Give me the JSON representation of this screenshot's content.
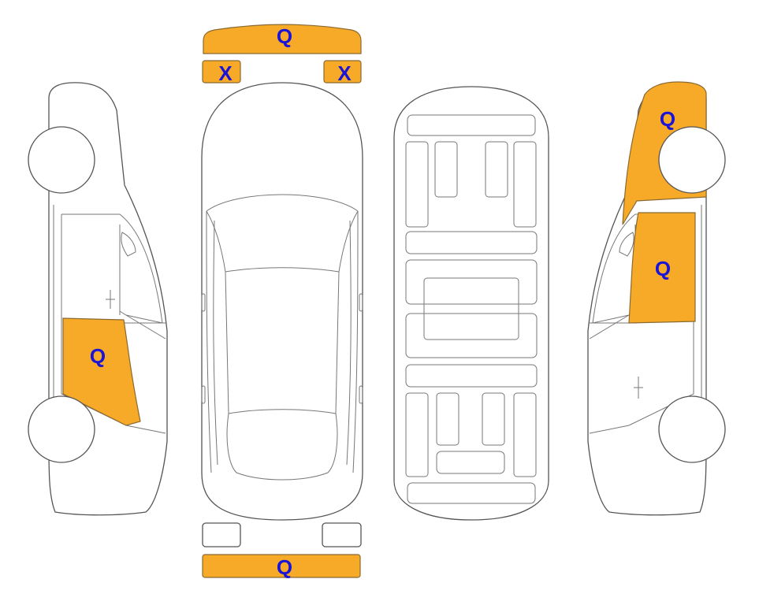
{
  "colors": {
    "damage_fill": "#f7a928",
    "marker_text": "#1a14d6",
    "outline": "#555555"
  },
  "markers": {
    "front_bumper": "Q",
    "left_headlight": "X",
    "right_headlight": "X",
    "rear_bumper": "Q",
    "left_side_rear_door": "Q",
    "right_side_front_fender": "Q",
    "right_side_front_door": "Q"
  }
}
